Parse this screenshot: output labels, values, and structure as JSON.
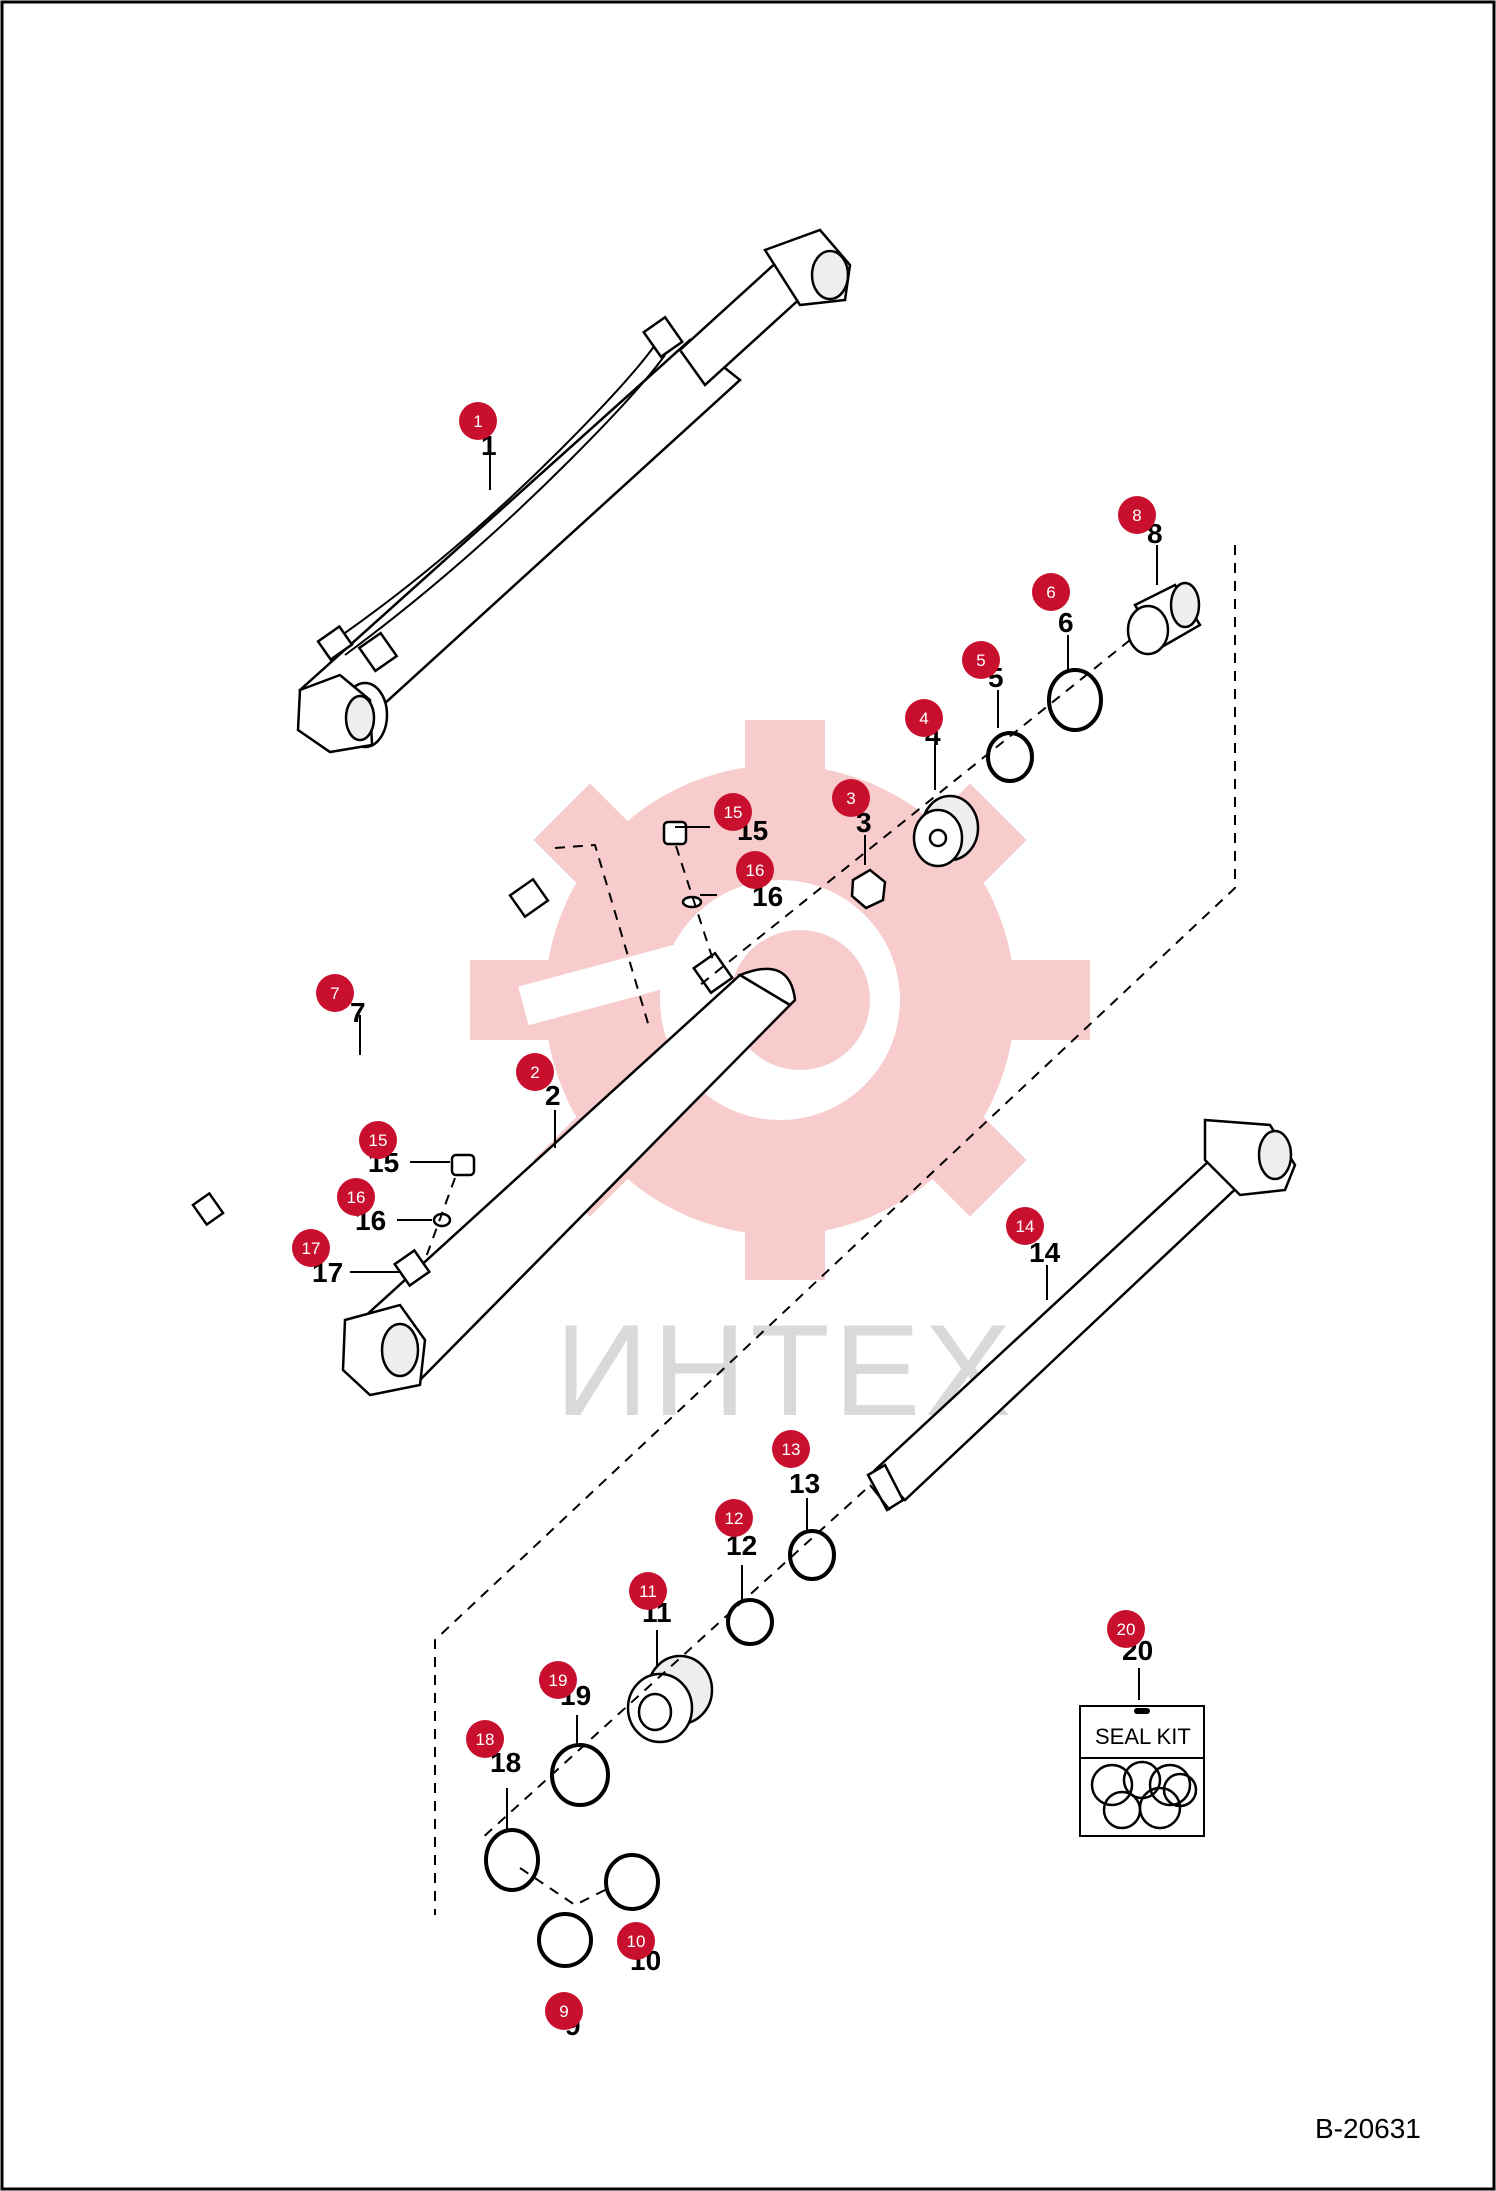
{
  "drawing_id": "B-20631",
  "watermark": {
    "text": "ИНТЕХ",
    "color": "#e8192c"
  },
  "seal_kit_label": "SEAL KIT",
  "colors": {
    "callout": "#c8102e",
    "line": "#000000",
    "watermark_gear": "#f7c4c4",
    "watermark_text": "#d9d9d9"
  },
  "callouts": [
    {
      "n": "1"
    },
    {
      "n": "8"
    },
    {
      "n": "6"
    },
    {
      "n": "5"
    },
    {
      "n": "4"
    },
    {
      "n": "3"
    },
    {
      "n": "15"
    },
    {
      "n": "16"
    },
    {
      "n": "7"
    },
    {
      "n": "2"
    },
    {
      "n": "15"
    },
    {
      "n": "16"
    },
    {
      "n": "17"
    },
    {
      "n": "14"
    },
    {
      "n": "13"
    },
    {
      "n": "12"
    },
    {
      "n": "11"
    },
    {
      "n": "19"
    },
    {
      "n": "18"
    },
    {
      "n": "20"
    },
    {
      "n": "10"
    },
    {
      "n": "9"
    }
  ]
}
